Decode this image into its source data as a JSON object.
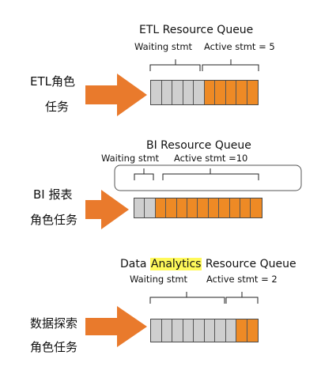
{
  "colors": {
    "arrow": "#e97a2c",
    "waiting_slot": "#cfcfcf",
    "active_slot": "#ee8a25",
    "highlight": "#fff95a"
  },
  "queues": [
    {
      "id": "etl",
      "title": "ETL Resource Queue",
      "waiting_label": "Waiting stmt",
      "active_label": "Active stmt = 5",
      "role_lines": [
        "ETL角色",
        "任务"
      ],
      "waiting_slots": 5,
      "active_slots": 5
    },
    {
      "id": "bi",
      "title": "BI Resource Queue",
      "waiting_label": "Waiting stmt",
      "active_label": "Active stmt =10",
      "role_lines": [
        "BI 报表",
        "角色任务"
      ],
      "waiting_slots": 2,
      "active_slots": 10
    },
    {
      "id": "analytics",
      "title_prefix": "Data ",
      "title_highlight": "Analytics",
      "title_suffix": " Resource Queue",
      "waiting_label": "Waiting stmt",
      "active_label": "Active stmt = 2",
      "role_lines": [
        "数据探索",
        "角色任务"
      ],
      "waiting_slots": 8,
      "active_slots": 2
    }
  ]
}
